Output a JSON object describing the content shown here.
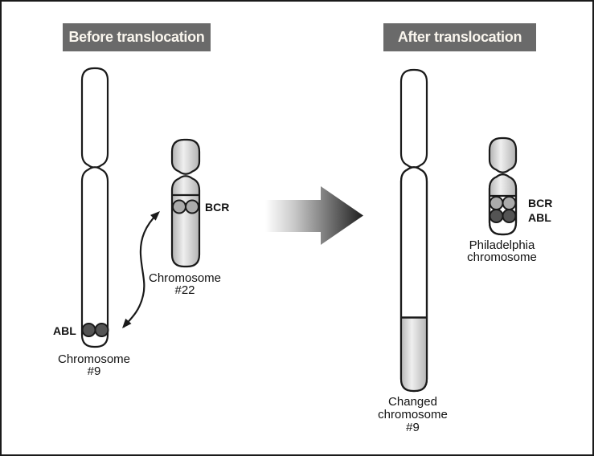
{
  "figure": {
    "before": {
      "header": "Before translocation",
      "chr9_label": "Chromosome\n#9",
      "abl_label": "ABL",
      "chr22_label": "Chromosome\n#22",
      "bcr_label": "BCR"
    },
    "after": {
      "header": "After translocation",
      "changed_chr9_label": "Changed\nchromosome\n#9",
      "philadelphia_label": "Philadelphia\nchromosome",
      "bcr_label": "BCR",
      "abl_label": "ABL"
    },
    "colors": {
      "header_bg": "#6a6a6a",
      "header_text": "#faf6ee",
      "outline": "#1a1a1a",
      "gene_dot_dark": "#545454",
      "gene_dot_light": "#ababab",
      "chromosome_edge": "#b2b2b2",
      "chromosome_highlight": "#efefef"
    }
  }
}
